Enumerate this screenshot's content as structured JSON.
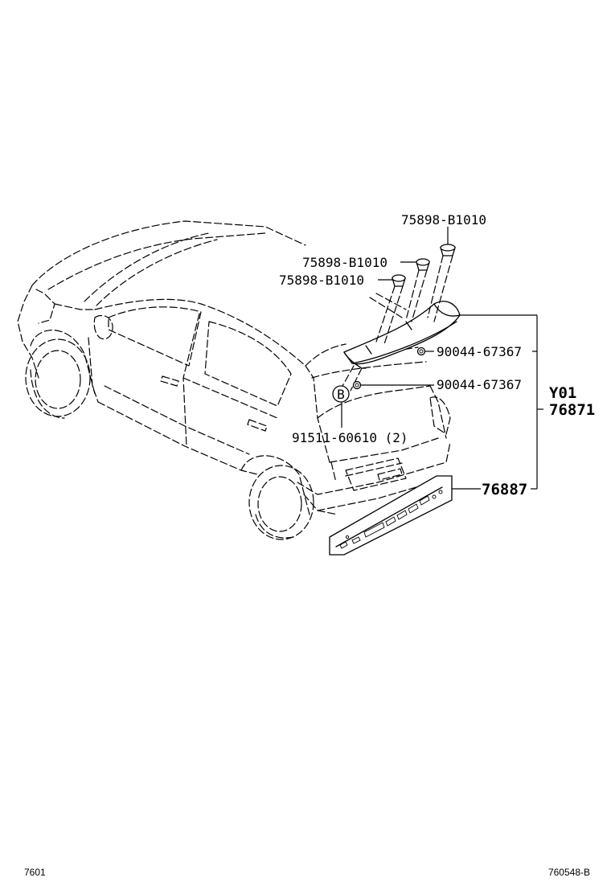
{
  "callouts": {
    "clip_top": "75898-B1010",
    "clip_middle": "75898-B1010",
    "clip_lower": "75898-B1010",
    "nut_upper": "90044-67367",
    "nut_lower": "90044-67367",
    "screw": "91511-60610 (2)",
    "ref_b": "B",
    "group_code": "Y01",
    "spoiler": "76871",
    "emblem": "76887"
  },
  "footer": {
    "page_code": "7601",
    "figure_code": "760548-B"
  }
}
